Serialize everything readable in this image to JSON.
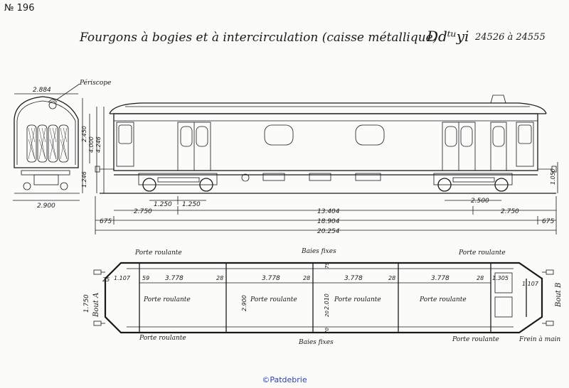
{
  "plate_number": "№ 196",
  "title": "Fourgons à bogies  et à intercirculation (caisse métallique)",
  "title_code": "Ddᵗᵘyi",
  "title_range": "24526 à 24555",
  "credit": "©Patdebrie",
  "end_view": {
    "periscope": "Périscope",
    "width_top": "2.884",
    "h1": "2.450",
    "h2": "4.000",
    "h3": "4.246",
    "h4": "1.246",
    "base_width": "2.900"
  },
  "side_view": {
    "dim_right_height": "1.050",
    "bogie_left_a": "1.250",
    "bogie_left_b": "1.250",
    "bogie_right": "2.500",
    "d_2750_left": "2.750",
    "d_13404": "13.404",
    "d_2750_right": "2.750",
    "d_675_left": "675",
    "d_18904": "18.904",
    "d_675_right": "675",
    "d_20254": "20.254"
  },
  "plan_view": {
    "porte_roulante": "Porte roulante",
    "baies_fixes": "Baies fixes",
    "bout_a": "Bout A",
    "bout_b": "Bout B",
    "frein": "Frein à main",
    "compartment_len": "3.778",
    "partition": "28",
    "w_2900": "2.900",
    "w_2010": "2.010",
    "w_1750": "1.750",
    "d_59": "59",
    "d_1107_left": "1.107",
    "d_1107_right": "1.107",
    "d_1305": "1.305",
    "d_25": "25",
    "d_79": "79",
    "d_20": "20",
    "d_70": "70"
  }
}
